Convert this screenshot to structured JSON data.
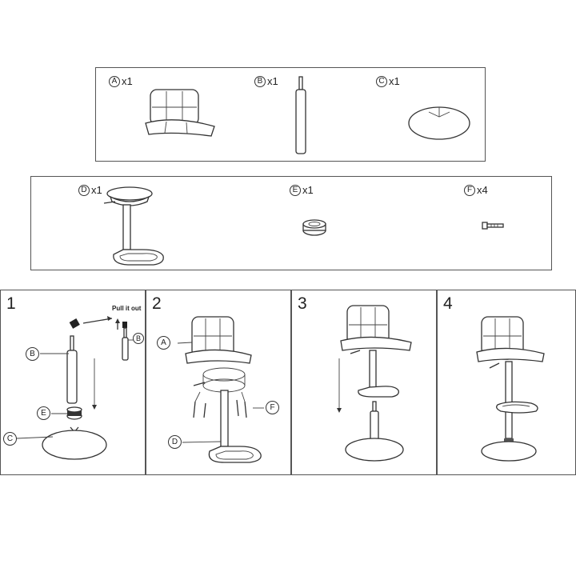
{
  "parts": [
    {
      "letter": "A",
      "qty": "x1"
    },
    {
      "letter": "B",
      "qty": "x1"
    },
    {
      "letter": "C",
      "qty": "x1"
    },
    {
      "letter": "D",
      "qty": "x1"
    },
    {
      "letter": "E",
      "qty": "x1"
    },
    {
      "letter": "F",
      "qty": "x4"
    }
  ],
  "steps": [
    {
      "number": "1",
      "note": "Pull it out",
      "callouts": [
        "B",
        "B",
        "E",
        "C"
      ]
    },
    {
      "number": "2",
      "callouts": [
        "A",
        "F",
        "D"
      ]
    },
    {
      "number": "3"
    },
    {
      "number": "4"
    }
  ]
}
